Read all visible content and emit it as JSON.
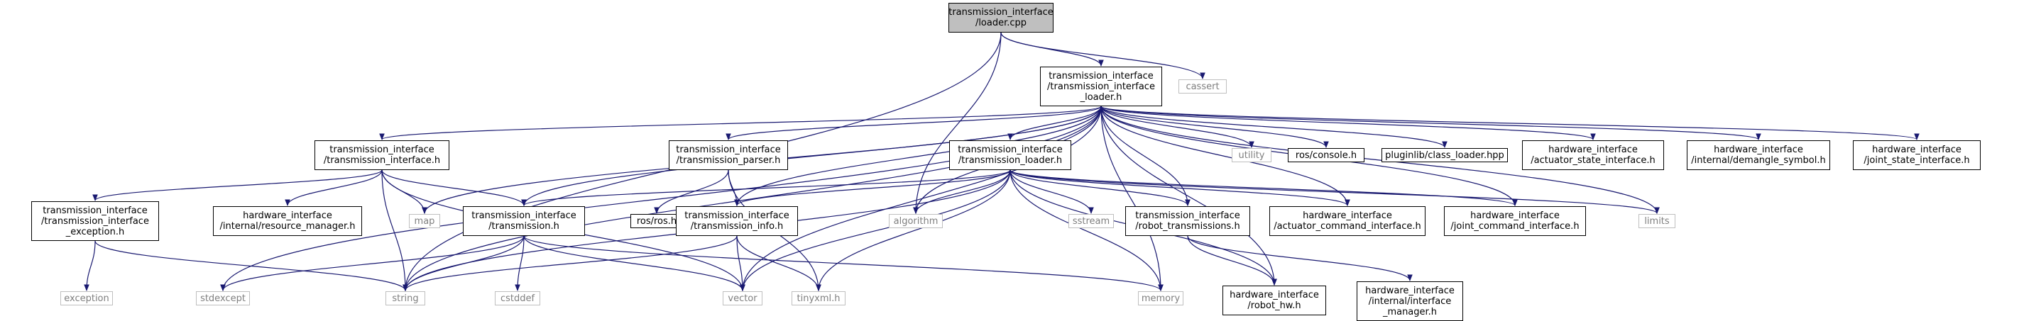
{
  "colors": {
    "edge": "#191970",
    "edge_system": "#63b8ff",
    "node_border": "#000000",
    "node_border_system": "#bfbfbf",
    "root_fill": "#bfbfbf",
    "system_text": "#7f7f7f"
  },
  "nodes": [
    {
      "id": "root",
      "lines": [
        "transmission_interface",
        "/loader.cpp"
      ],
      "kind": "root"
    },
    {
      "id": "loader_h",
      "lines": [
        "transmission_interface",
        "/transmission_interface",
        "_loader.h"
      ],
      "kind": "file"
    },
    {
      "id": "cassert",
      "lines": [
        "cassert"
      ],
      "kind": "system"
    },
    {
      "id": "ti_h",
      "lines": [
        "transmission_interface",
        "/transmission_interface.h"
      ],
      "kind": "file"
    },
    {
      "id": "parser_h",
      "lines": [
        "transmission_interface",
        "/transmission_parser.h"
      ],
      "kind": "file"
    },
    {
      "id": "tl_h",
      "lines": [
        "transmission_interface",
        "/transmission_loader.h"
      ],
      "kind": "file"
    },
    {
      "id": "utility",
      "lines": [
        "utility"
      ],
      "kind": "system"
    },
    {
      "id": "console",
      "lines": [
        "ros/console.h"
      ],
      "kind": "file"
    },
    {
      "id": "class_loader",
      "lines": [
        "pluginlib/class_loader.hpp"
      ],
      "kind": "file"
    },
    {
      "id": "actuator_state",
      "lines": [
        "hardware_interface",
        "/actuator_state_interface.h"
      ],
      "kind": "file"
    },
    {
      "id": "demangle",
      "lines": [
        "hardware_interface",
        "/internal/demangle_symbol.h"
      ],
      "kind": "file"
    },
    {
      "id": "joint_state",
      "lines": [
        "hardware_interface",
        "/joint_state_interface.h"
      ],
      "kind": "file"
    },
    {
      "id": "exception_h",
      "lines": [
        "transmission_interface",
        "/transmission_interface",
        "_exception.h"
      ],
      "kind": "file"
    },
    {
      "id": "resource_mgr",
      "lines": [
        "hardware_interface",
        "/internal/resource_manager.h"
      ],
      "kind": "file"
    },
    {
      "id": "map",
      "lines": [
        "map"
      ],
      "kind": "system"
    },
    {
      "id": "transmission_h",
      "lines": [
        "transmission_interface",
        "/transmission.h"
      ],
      "kind": "file"
    },
    {
      "id": "ros_h",
      "lines": [
        "ros/ros.h"
      ],
      "kind": "file"
    },
    {
      "id": "info_h",
      "lines": [
        "transmission_interface",
        "/transmission_info.h"
      ],
      "kind": "file"
    },
    {
      "id": "algorithm",
      "lines": [
        "algorithm"
      ],
      "kind": "system"
    },
    {
      "id": "sstream",
      "lines": [
        "sstream"
      ],
      "kind": "system"
    },
    {
      "id": "robot_trans",
      "lines": [
        "transmission_interface",
        "/robot_transmissions.h"
      ],
      "kind": "file"
    },
    {
      "id": "actuator_cmd",
      "lines": [
        "hardware_interface",
        "/actuator_command_interface.h"
      ],
      "kind": "file"
    },
    {
      "id": "joint_cmd",
      "lines": [
        "hardware_interface",
        "/joint_command_interface.h"
      ],
      "kind": "file"
    },
    {
      "id": "limits",
      "lines": [
        "limits"
      ],
      "kind": "system"
    },
    {
      "id": "exception",
      "lines": [
        "exception"
      ],
      "kind": "system"
    },
    {
      "id": "stdexcept",
      "lines": [
        "stdexcept"
      ],
      "kind": "system"
    },
    {
      "id": "string",
      "lines": [
        "string"
      ],
      "kind": "system"
    },
    {
      "id": "cstddef",
      "lines": [
        "cstddef"
      ],
      "kind": "system"
    },
    {
      "id": "vector",
      "lines": [
        "vector"
      ],
      "kind": "system"
    },
    {
      "id": "tinyxml",
      "lines": [
        "tinyxml.h"
      ],
      "kind": "system"
    },
    {
      "id": "memory",
      "lines": [
        "memory"
      ],
      "kind": "system"
    },
    {
      "id": "robot_hw",
      "lines": [
        "hardware_interface",
        "/robot_hw.h"
      ],
      "kind": "file"
    },
    {
      "id": "iface_mgr",
      "lines": [
        "hardware_interface",
        "/internal/interface",
        "_manager.h"
      ],
      "kind": "file"
    }
  ],
  "edges": [
    [
      "root",
      "loader_h"
    ],
    [
      "root",
      "cassert"
    ],
    [
      "root",
      "algorithm"
    ],
    [
      "root",
      "string"
    ],
    [
      "loader_h",
      "ti_h"
    ],
    [
      "loader_h",
      "parser_h"
    ],
    [
      "loader_h",
      "tl_h"
    ],
    [
      "loader_h",
      "utility"
    ],
    [
      "loader_h",
      "console"
    ],
    [
      "loader_h",
      "class_loader"
    ],
    [
      "loader_h",
      "actuator_state"
    ],
    [
      "loader_h",
      "demangle"
    ],
    [
      "loader_h",
      "joint_state"
    ],
    [
      "loader_h",
      "map"
    ],
    [
      "loader_h",
      "transmission_h"
    ],
    [
      "loader_h",
      "info_h"
    ],
    [
      "loader_h",
      "algorithm"
    ],
    [
      "loader_h",
      "robot_trans"
    ],
    [
      "loader_h",
      "actuator_cmd"
    ],
    [
      "loader_h",
      "joint_cmd"
    ],
    [
      "loader_h",
      "limits"
    ],
    [
      "loader_h",
      "stdexcept"
    ],
    [
      "loader_h",
      "vector"
    ],
    [
      "loader_h",
      "memory"
    ],
    [
      "loader_h",
      "robot_hw"
    ],
    [
      "loader_h",
      "string"
    ],
    [
      "ti_h",
      "exception_h"
    ],
    [
      "ti_h",
      "resource_mgr"
    ],
    [
      "ti_h",
      "map"
    ],
    [
      "ti_h",
      "transmission_h"
    ],
    [
      "ti_h",
      "string"
    ],
    [
      "ti_h",
      "vector"
    ],
    [
      "exception_h",
      "exception"
    ],
    [
      "exception_h",
      "string"
    ],
    [
      "parser_h",
      "ros_h"
    ],
    [
      "parser_h",
      "info_h"
    ],
    [
      "parser_h",
      "tinyxml"
    ],
    [
      "tl_h",
      "transmission_h"
    ],
    [
      "tl_h",
      "info_h"
    ],
    [
      "tl_h",
      "algorithm"
    ],
    [
      "tl_h",
      "sstream"
    ],
    [
      "tl_h",
      "robot_trans"
    ],
    [
      "tl_h",
      "actuator_cmd"
    ],
    [
      "tl_h",
      "joint_cmd"
    ],
    [
      "tl_h",
      "limits"
    ],
    [
      "tl_h",
      "memory"
    ],
    [
      "tl_h",
      "robot_hw"
    ],
    [
      "tl_h",
      "string"
    ],
    [
      "tl_h",
      "vector"
    ],
    [
      "tl_h",
      "tinyxml"
    ],
    [
      "transmission_h",
      "stdexcept"
    ],
    [
      "transmission_h",
      "string"
    ],
    [
      "transmission_h",
      "cstddef"
    ],
    [
      "transmission_h",
      "vector"
    ],
    [
      "transmission_h",
      "memory"
    ],
    [
      "info_h",
      "string"
    ],
    [
      "info_h",
      "vector"
    ],
    [
      "info_h",
      "tinyxml"
    ],
    [
      "robot_trans",
      "robot_hw"
    ],
    [
      "robot_trans",
      "iface_mgr"
    ]
  ]
}
